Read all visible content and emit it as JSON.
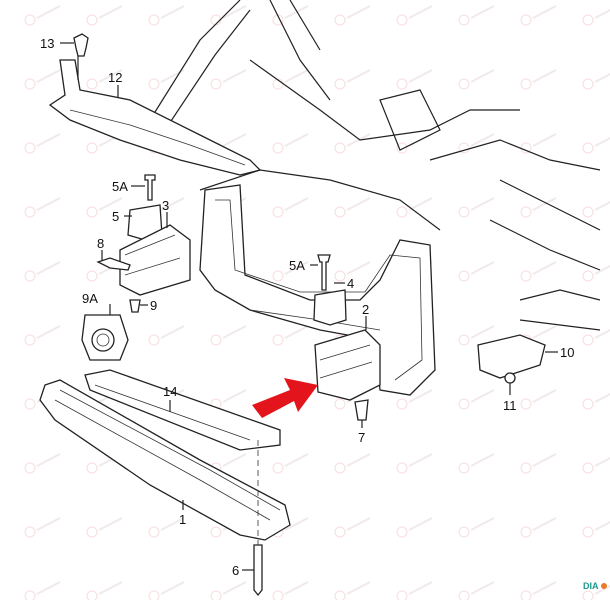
{
  "diagram": {
    "callouts": [
      {
        "id": "13",
        "label": "13"
      },
      {
        "id": "12",
        "label": "12"
      },
      {
        "id": "5A-top",
        "label": "5A"
      },
      {
        "id": "5",
        "label": "5"
      },
      {
        "id": "3",
        "label": "3"
      },
      {
        "id": "8",
        "label": "8"
      },
      {
        "id": "9A",
        "label": "9A"
      },
      {
        "id": "9",
        "label": "9"
      },
      {
        "id": "14",
        "label": "14"
      },
      {
        "id": "1",
        "label": "1"
      },
      {
        "id": "6",
        "label": "6"
      },
      {
        "id": "5A-mid",
        "label": "5A"
      },
      {
        "id": "4",
        "label": "4"
      },
      {
        "id": "2",
        "label": "2"
      },
      {
        "id": "7",
        "label": "7"
      },
      {
        "id": "10",
        "label": "10"
      },
      {
        "id": "11",
        "label": "11"
      }
    ],
    "arrow_color": "#e3141b",
    "watermark_logo": "DIA",
    "logo_colors": {
      "text": "#1a9a8a",
      "accent": "#e87a2a"
    }
  }
}
